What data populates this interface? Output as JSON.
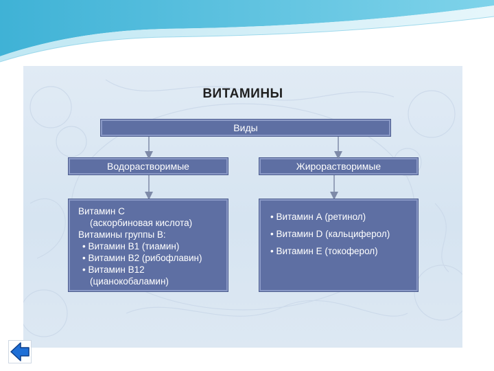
{
  "diagram": {
    "title": "ВИТАМИНЫ",
    "root_label": "Виды",
    "columns": [
      {
        "label": "Водорастворимые",
        "lines": [
          "Витамин С",
          "(аскорбиновая кислота)",
          "Витамины группы В:",
          "• Витамин В1 (тиамин)",
          "• Витамин В2 (рибофлавин)",
          "• Витамин В12",
          "(цианокобаламин)"
        ]
      },
      {
        "label": "Жирорастворимые",
        "lines": [
          "• Витамин А (ретинол)",
          "• Витамин D (кальциферол)",
          "• Витамин Е (токоферол)"
        ]
      }
    ]
  },
  "colors": {
    "box_fill": "#5e6fa3",
    "panel_background": "#dbe6f2",
    "back_button": "#1f6fd6"
  },
  "nav": {
    "back_icon": "back-arrow-icon"
  }
}
